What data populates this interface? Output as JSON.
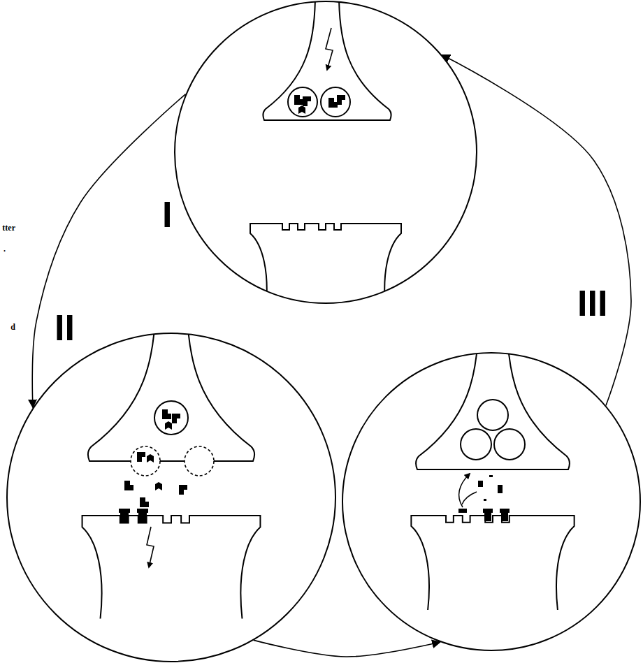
{
  "diagram": {
    "nodes": [
      {
        "text": [
          "I"
        ]
      },
      {
        "text": [
          "II"
        ]
      },
      {
        "text": [
          "III"
        ]
      }
    ],
    "edges": [
      {
        "from": 0,
        "to": 1,
        "arrow": "to"
      },
      {
        "from": 1,
        "to": 2,
        "arrow": "to"
      },
      {
        "from": 2,
        "to": 0,
        "arrow": "to"
      }
    ],
    "labels": [
      "tter",
      ".",
      "d"
    ]
  }
}
